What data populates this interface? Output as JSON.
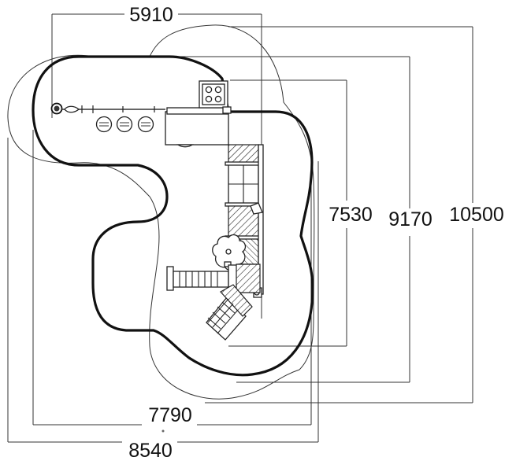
{
  "dimensions": {
    "top_width": "5910",
    "inner_width": "7790",
    "outer_width": "8540",
    "height_inner": "7530",
    "height_mid": "9170",
    "height_outer": "10500"
  }
}
